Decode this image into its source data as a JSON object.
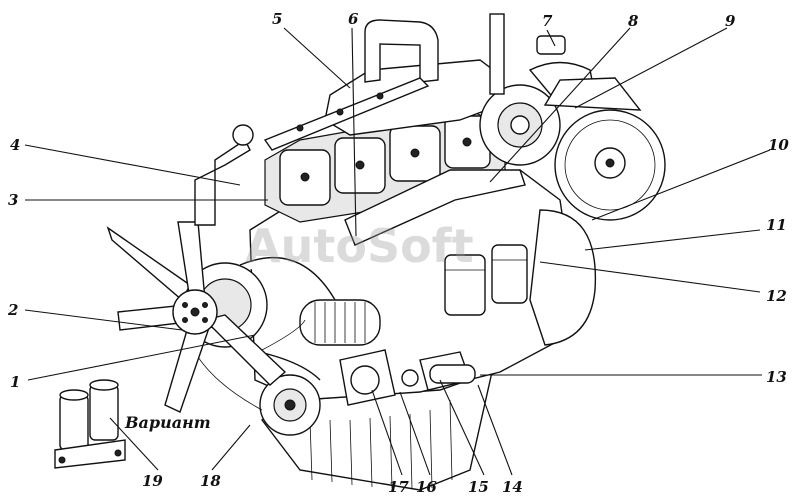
{
  "callouts": [
    "1",
    "2",
    "3",
    "4",
    "5",
    "6",
    "7",
    "8",
    "9",
    "10",
    "11",
    "12",
    "13",
    "14",
    "15",
    "16",
    "17",
    "18",
    "19"
  ],
  "variant_label": "Вариант",
  "watermark": "AutoSoft"
}
